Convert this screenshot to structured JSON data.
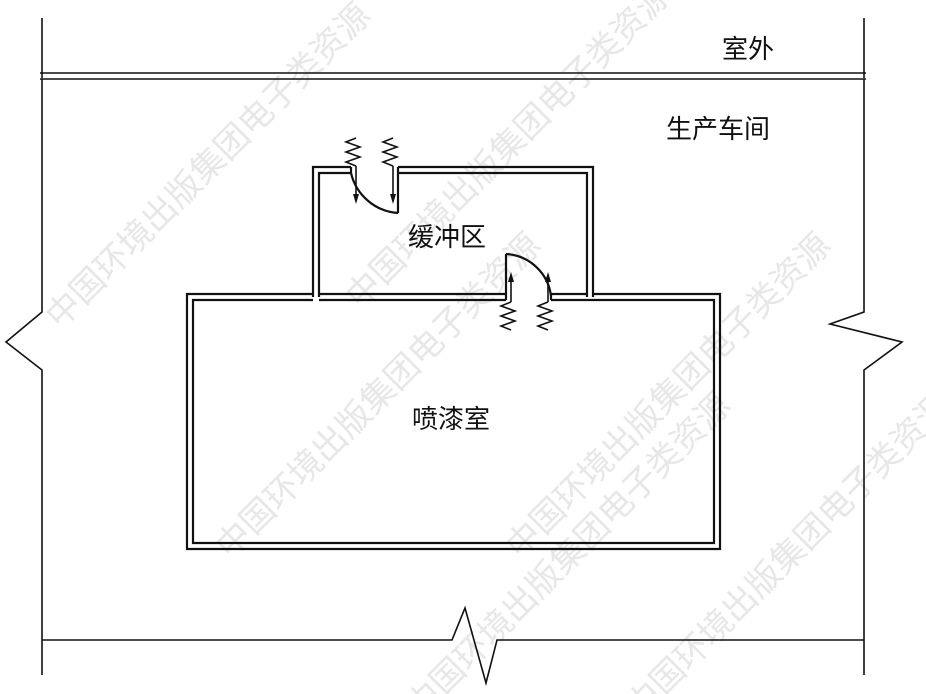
{
  "labels": {
    "outdoor": "室外",
    "workshop": "生产车间",
    "buffer_zone": "缓冲区",
    "spray_room": "喷漆室"
  },
  "watermark": "中国环境出版集团电子类资源",
  "colors": {
    "line": "#111111",
    "watermark": "#e7e7e7",
    "background": "#ffffff"
  }
}
